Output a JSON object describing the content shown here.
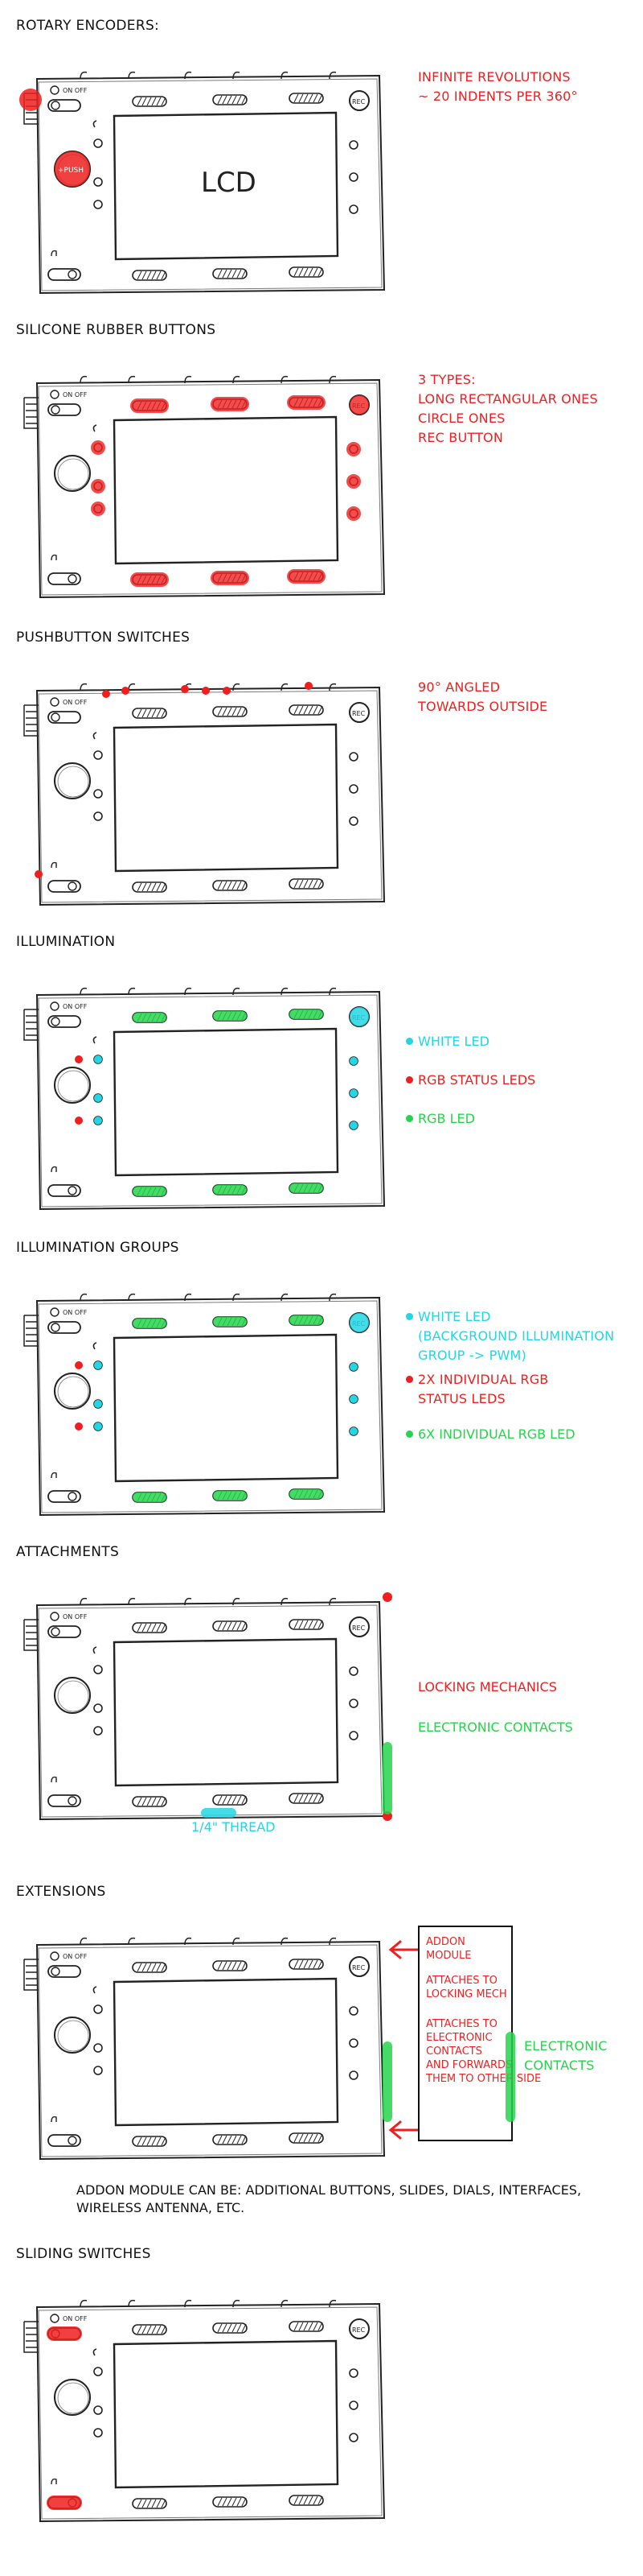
{
  "sections": [
    {
      "id": "rotary",
      "heading": "ROTARY ENCODERS:",
      "lcd_label": "LCD",
      "push_label": "+PUSH",
      "notes": [
        "INFINITE REVOLUTIONS",
        "~ 20 INDENTS PER 360°"
      ]
    },
    {
      "id": "silicone",
      "heading": "SILICONE RUBBER BUTTONS",
      "notes": [
        "3 TYPES:",
        "LONG RECTANGULAR ONES",
        "CIRCLE ONES",
        "REC BUTTON"
      ]
    },
    {
      "id": "pushbutton",
      "heading": "PUSHBUTTON SWITCHES",
      "notes": [
        "90° ANGLED",
        "TOWARDS OUTSIDE"
      ]
    },
    {
      "id": "illumination",
      "heading": "ILLUMINATION",
      "legend": [
        {
          "label": "WHITE LED",
          "color": "#23d6e3"
        },
        {
          "label": "RGB STATUS LEDS",
          "color": "#ef1f1f"
        },
        {
          "label": "RGB LED",
          "color": "#26d44c"
        }
      ]
    },
    {
      "id": "groups",
      "heading": "ILLUMINATION GROUPS",
      "legend": [
        {
          "label": "WHITE LED",
          "sub": [
            "(BACKGROUND ILLUMINATION",
            "GROUP -> PWM)"
          ],
          "color": "#23d6e3"
        },
        {
          "label": "2X INDIVIDUAL RGB",
          "sub": [
            "STATUS LEDS"
          ],
          "color": "#ef1f1f"
        },
        {
          "label": "6X INDIVIDUAL RGB LED",
          "color": "#26d44c"
        }
      ]
    },
    {
      "id": "attachments",
      "heading": "ATTACHMENTS",
      "locking": "LOCKING MECHANICS",
      "contacts": "ELECTRONIC CONTACTS",
      "thread": "1/4\" THREAD"
    },
    {
      "id": "extensions",
      "heading": "EXTENSIONS",
      "addon_title": [
        "ADDON",
        "MODULE"
      ],
      "addon_attach": [
        "ATTACHES TO",
        "LOCKING MECH"
      ],
      "addon_contacts": [
        "ATTACHES TO",
        "ELECTRONIC",
        "CONTACTS",
        "AND FORWARDS",
        "THEM TO OTHER SIDE"
      ],
      "side_label": [
        "ELECTRONIC",
        "CONTACTS"
      ],
      "caption": [
        "ADDON MODULE CAN BE: ADDITIONAL BUTTONS, SLIDES, DIALS, INTERFACES,",
        "WIRELESS ANTENNA, ETC."
      ]
    },
    {
      "id": "sliding",
      "heading": "SLIDING SWITCHES"
    }
  ],
  "device": {
    "on_off": "ON OFF",
    "rec": "REC"
  },
  "colors": {
    "red": "#ef1f1f",
    "cyan": "#23d6e3",
    "green": "#26d44c",
    "ink": "#222222"
  }
}
